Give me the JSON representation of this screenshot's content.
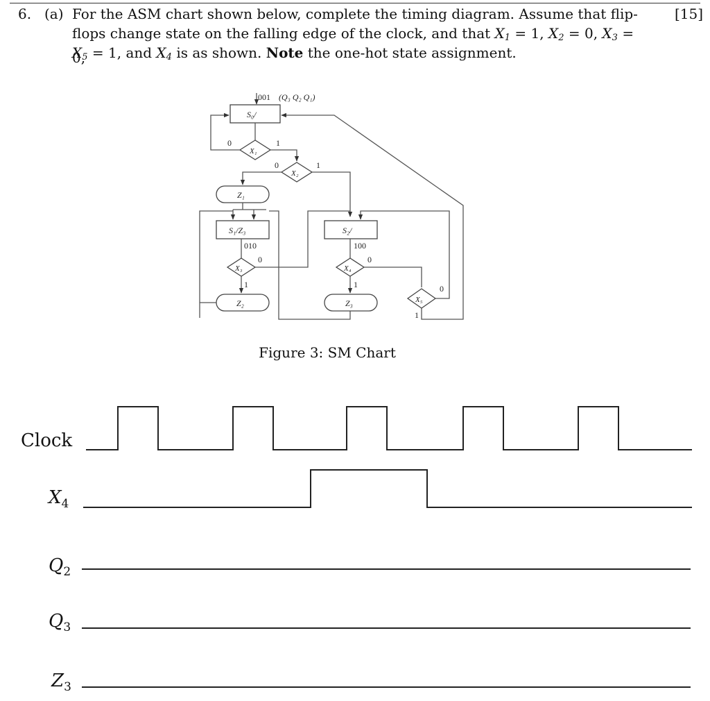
{
  "question": {
    "number": "6.",
    "part": "(a)",
    "line1": "For the ASM chart shown below, complete the timing diagram. Assume that flip-",
    "line2_pre": "flops change state on the falling edge of the clock, and that",
    "x1_assign": "= 1,",
    "x2_assign": "= 0,",
    "x3_assign": "= 0,",
    "x5_assign": "= 1, and",
    "line3_mid": "is as shown.",
    "note_bold": "Note",
    "line3_post": "the one-hot state assignment.",
    "marks": "[15]"
  },
  "figure": {
    "caption": "Figure 3: SM Chart",
    "init_code": "001",
    "state_vars": "(Q₃ Q₂ Q₁)",
    "s0_label": "S₀/",
    "s1_label": "S₁/Z₃",
    "s1_code": "010",
    "s2_label": "S₂/",
    "s2_code": "100",
    "x1": "X₁",
    "x2": "X₂",
    "x3": "X₃",
    "x4": "X₄",
    "x5": "X₅",
    "z1": "Z₁",
    "z2": "Z₂",
    "z3": "Z₃",
    "zero": "0",
    "one": "1"
  },
  "timing": {
    "signals": [
      {
        "name": "Clock"
      },
      {
        "name": "X",
        "sub": "4"
      },
      {
        "name": "Q",
        "sub": "2"
      },
      {
        "name": "Q",
        "sub": "3"
      },
      {
        "name": "Z",
        "sub": "3"
      }
    ],
    "clock_pulses": 5,
    "x4_high_between_clock_edges": [
      3,
      4
    ]
  }
}
